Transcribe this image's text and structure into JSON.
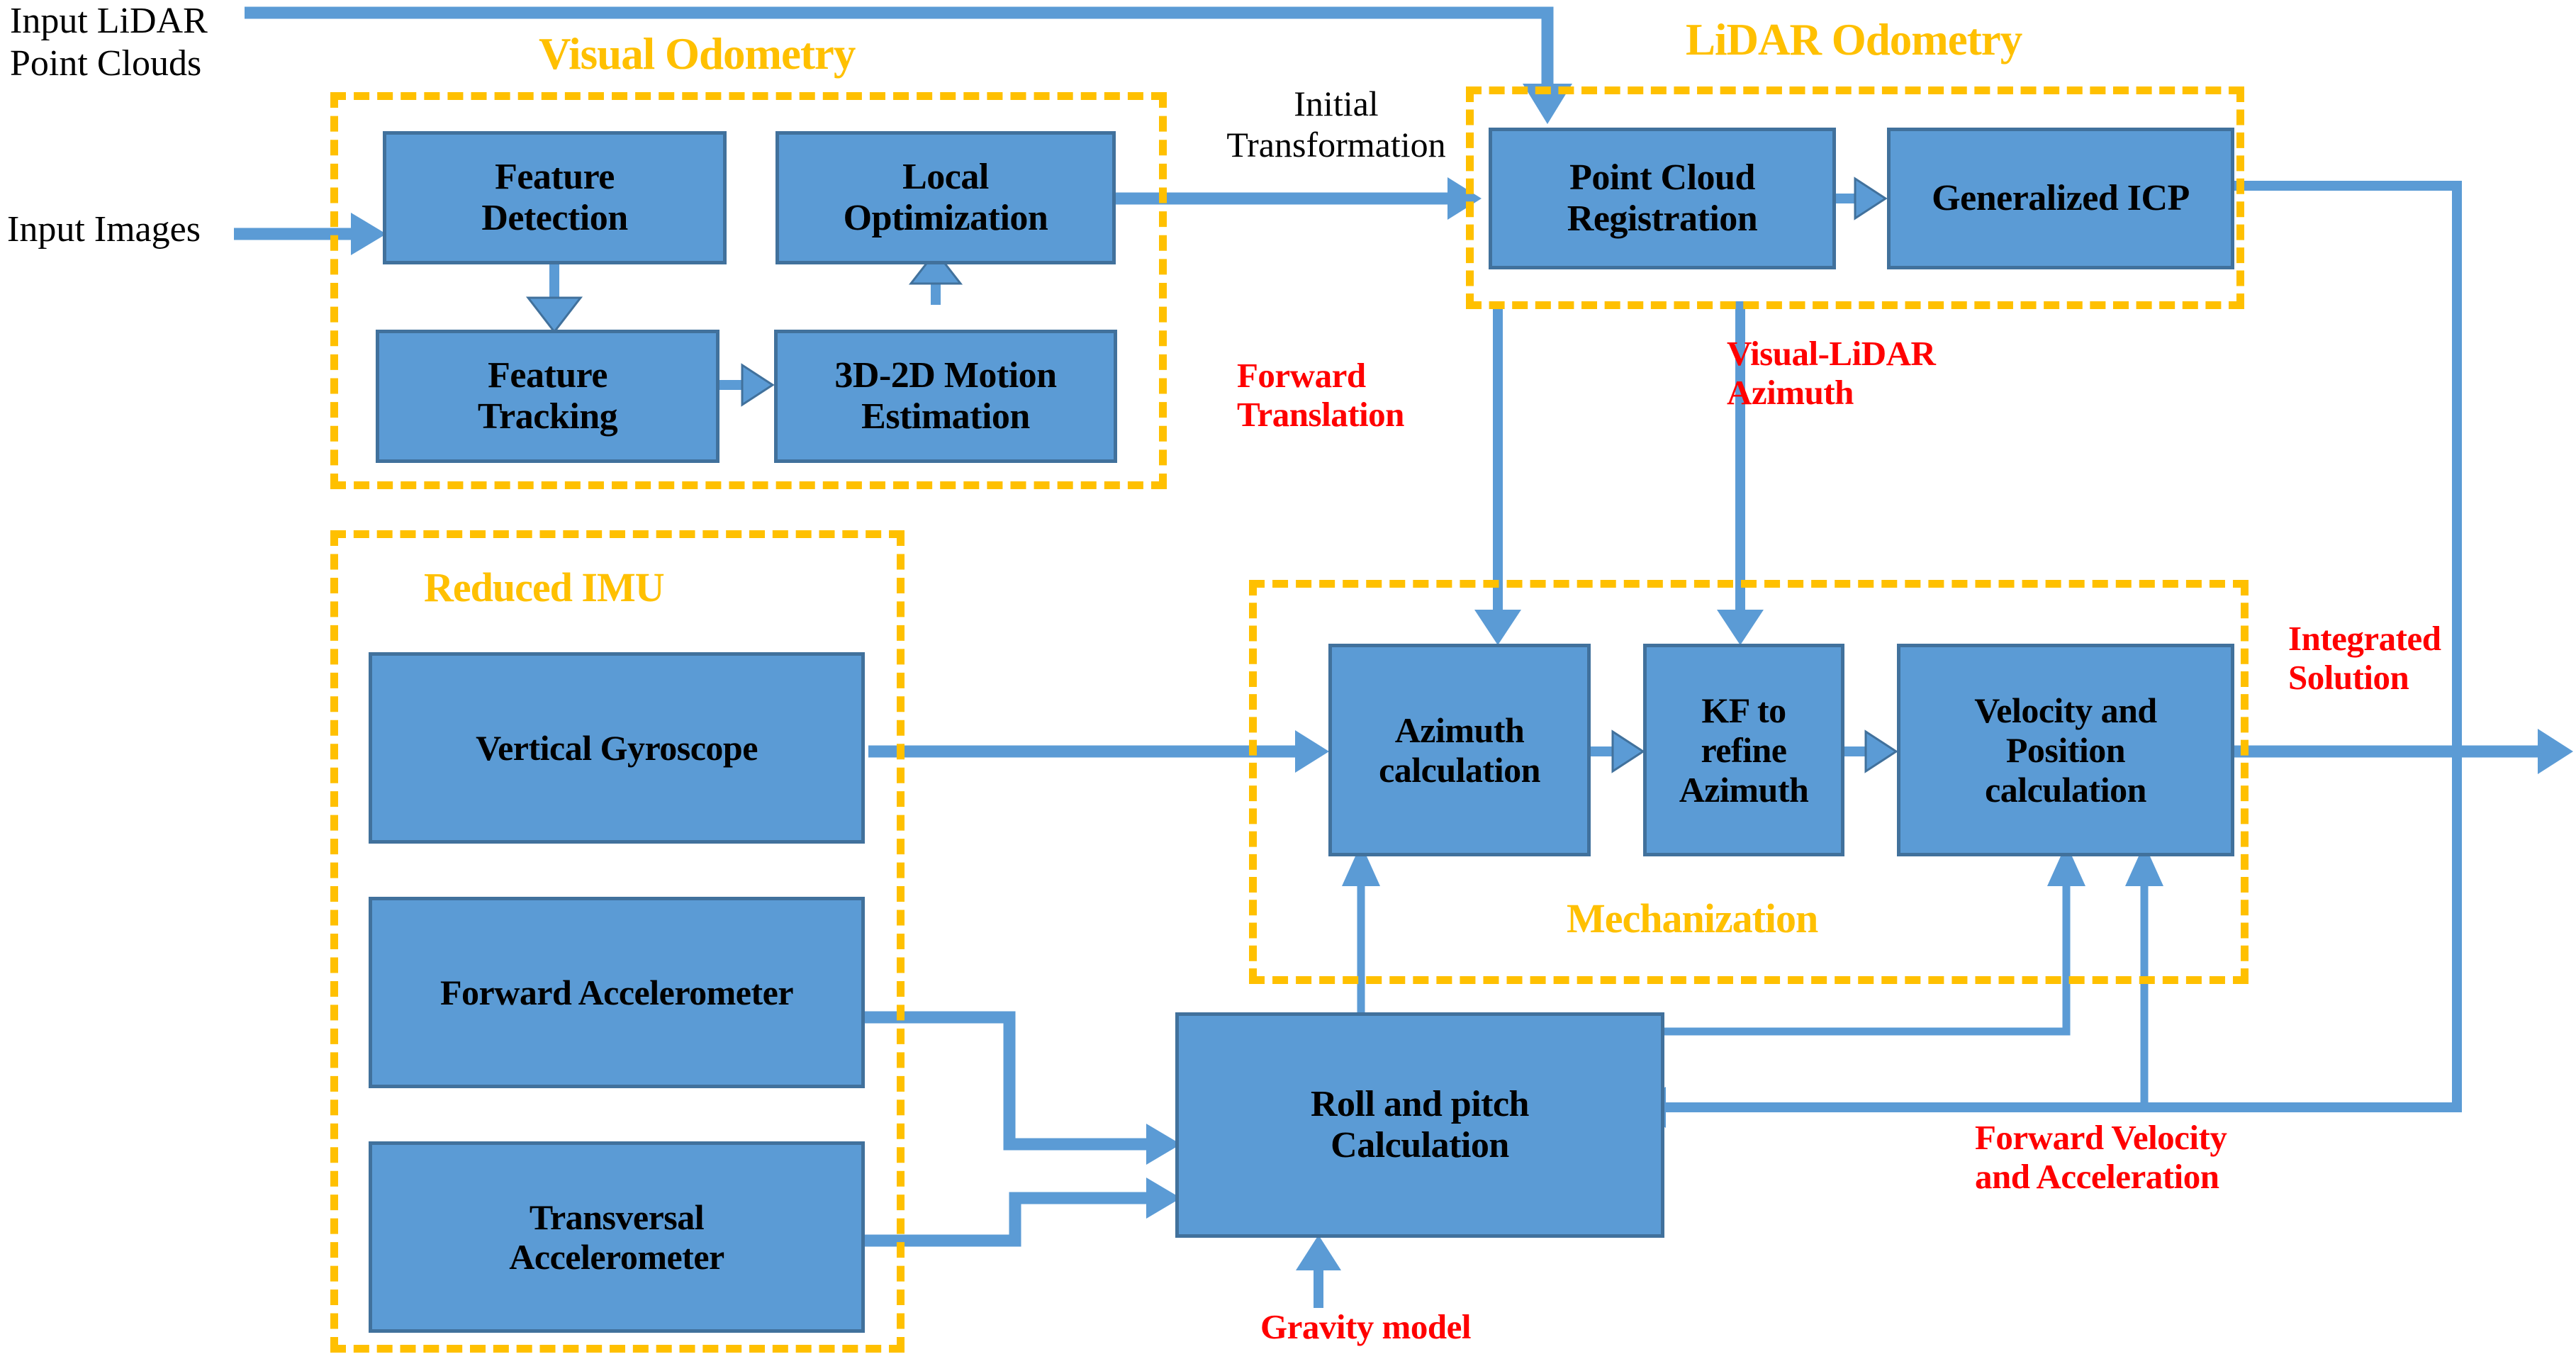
{
  "diagram": {
    "title": "Visual-LiDAR-IMU integrated navigation block diagram",
    "colors": {
      "box_fill": "#5B9BD5",
      "box_border": "#41719C",
      "group_border": "#FFC000",
      "group_title": "#FFC000",
      "annotation": "#FF0000",
      "connector": "#5B9BD5",
      "text": "#000000",
      "background": "#FFFFFF"
    }
  },
  "inputs": {
    "lidar": "Input LiDAR\nPoint Clouds",
    "images": "Input Images"
  },
  "groups": {
    "visual_odometry": {
      "title": "Visual Odometry"
    },
    "lidar_odometry": {
      "title": "LiDAR Odometry"
    },
    "reduced_imu": {
      "title": "Reduced IMU"
    },
    "mechanization": {
      "title": "Mechanization"
    }
  },
  "blocks": {
    "feature_detection": "Feature\nDetection",
    "local_optimization": "Local\nOptimization",
    "feature_tracking": "Feature\nTracking",
    "motion_estimation": "3D-2D Motion\nEstimation",
    "point_cloud_registration": "Point Cloud\nRegistration",
    "generalized_icp": "Generalized ICP",
    "vertical_gyroscope": "Vertical Gyroscope",
    "forward_accelerometer": "Forward Accelerometer",
    "transversal_accelerometer": "Transversal\nAccelerometer",
    "azimuth_calculation": "Azimuth\ncalculation",
    "kf_refine_azimuth": "KF to\nrefine\nAzimuth",
    "velocity_position_calculation": "Velocity and\nPosition\ncalculation",
    "roll_pitch_calculation": "Roll and pitch\nCalculation"
  },
  "annotations": {
    "initial_transformation": "Initial\nTransformation",
    "forward_translation": "Forward\nTranslation",
    "visual_lidar_azimuth": "Visual-LiDAR\nAzimuth",
    "integrated_solution": "Integrated\nSolution",
    "forward_velocity_acceleration": "Forward Velocity\nand    Acceleration",
    "gravity_model": "Gravity model"
  }
}
